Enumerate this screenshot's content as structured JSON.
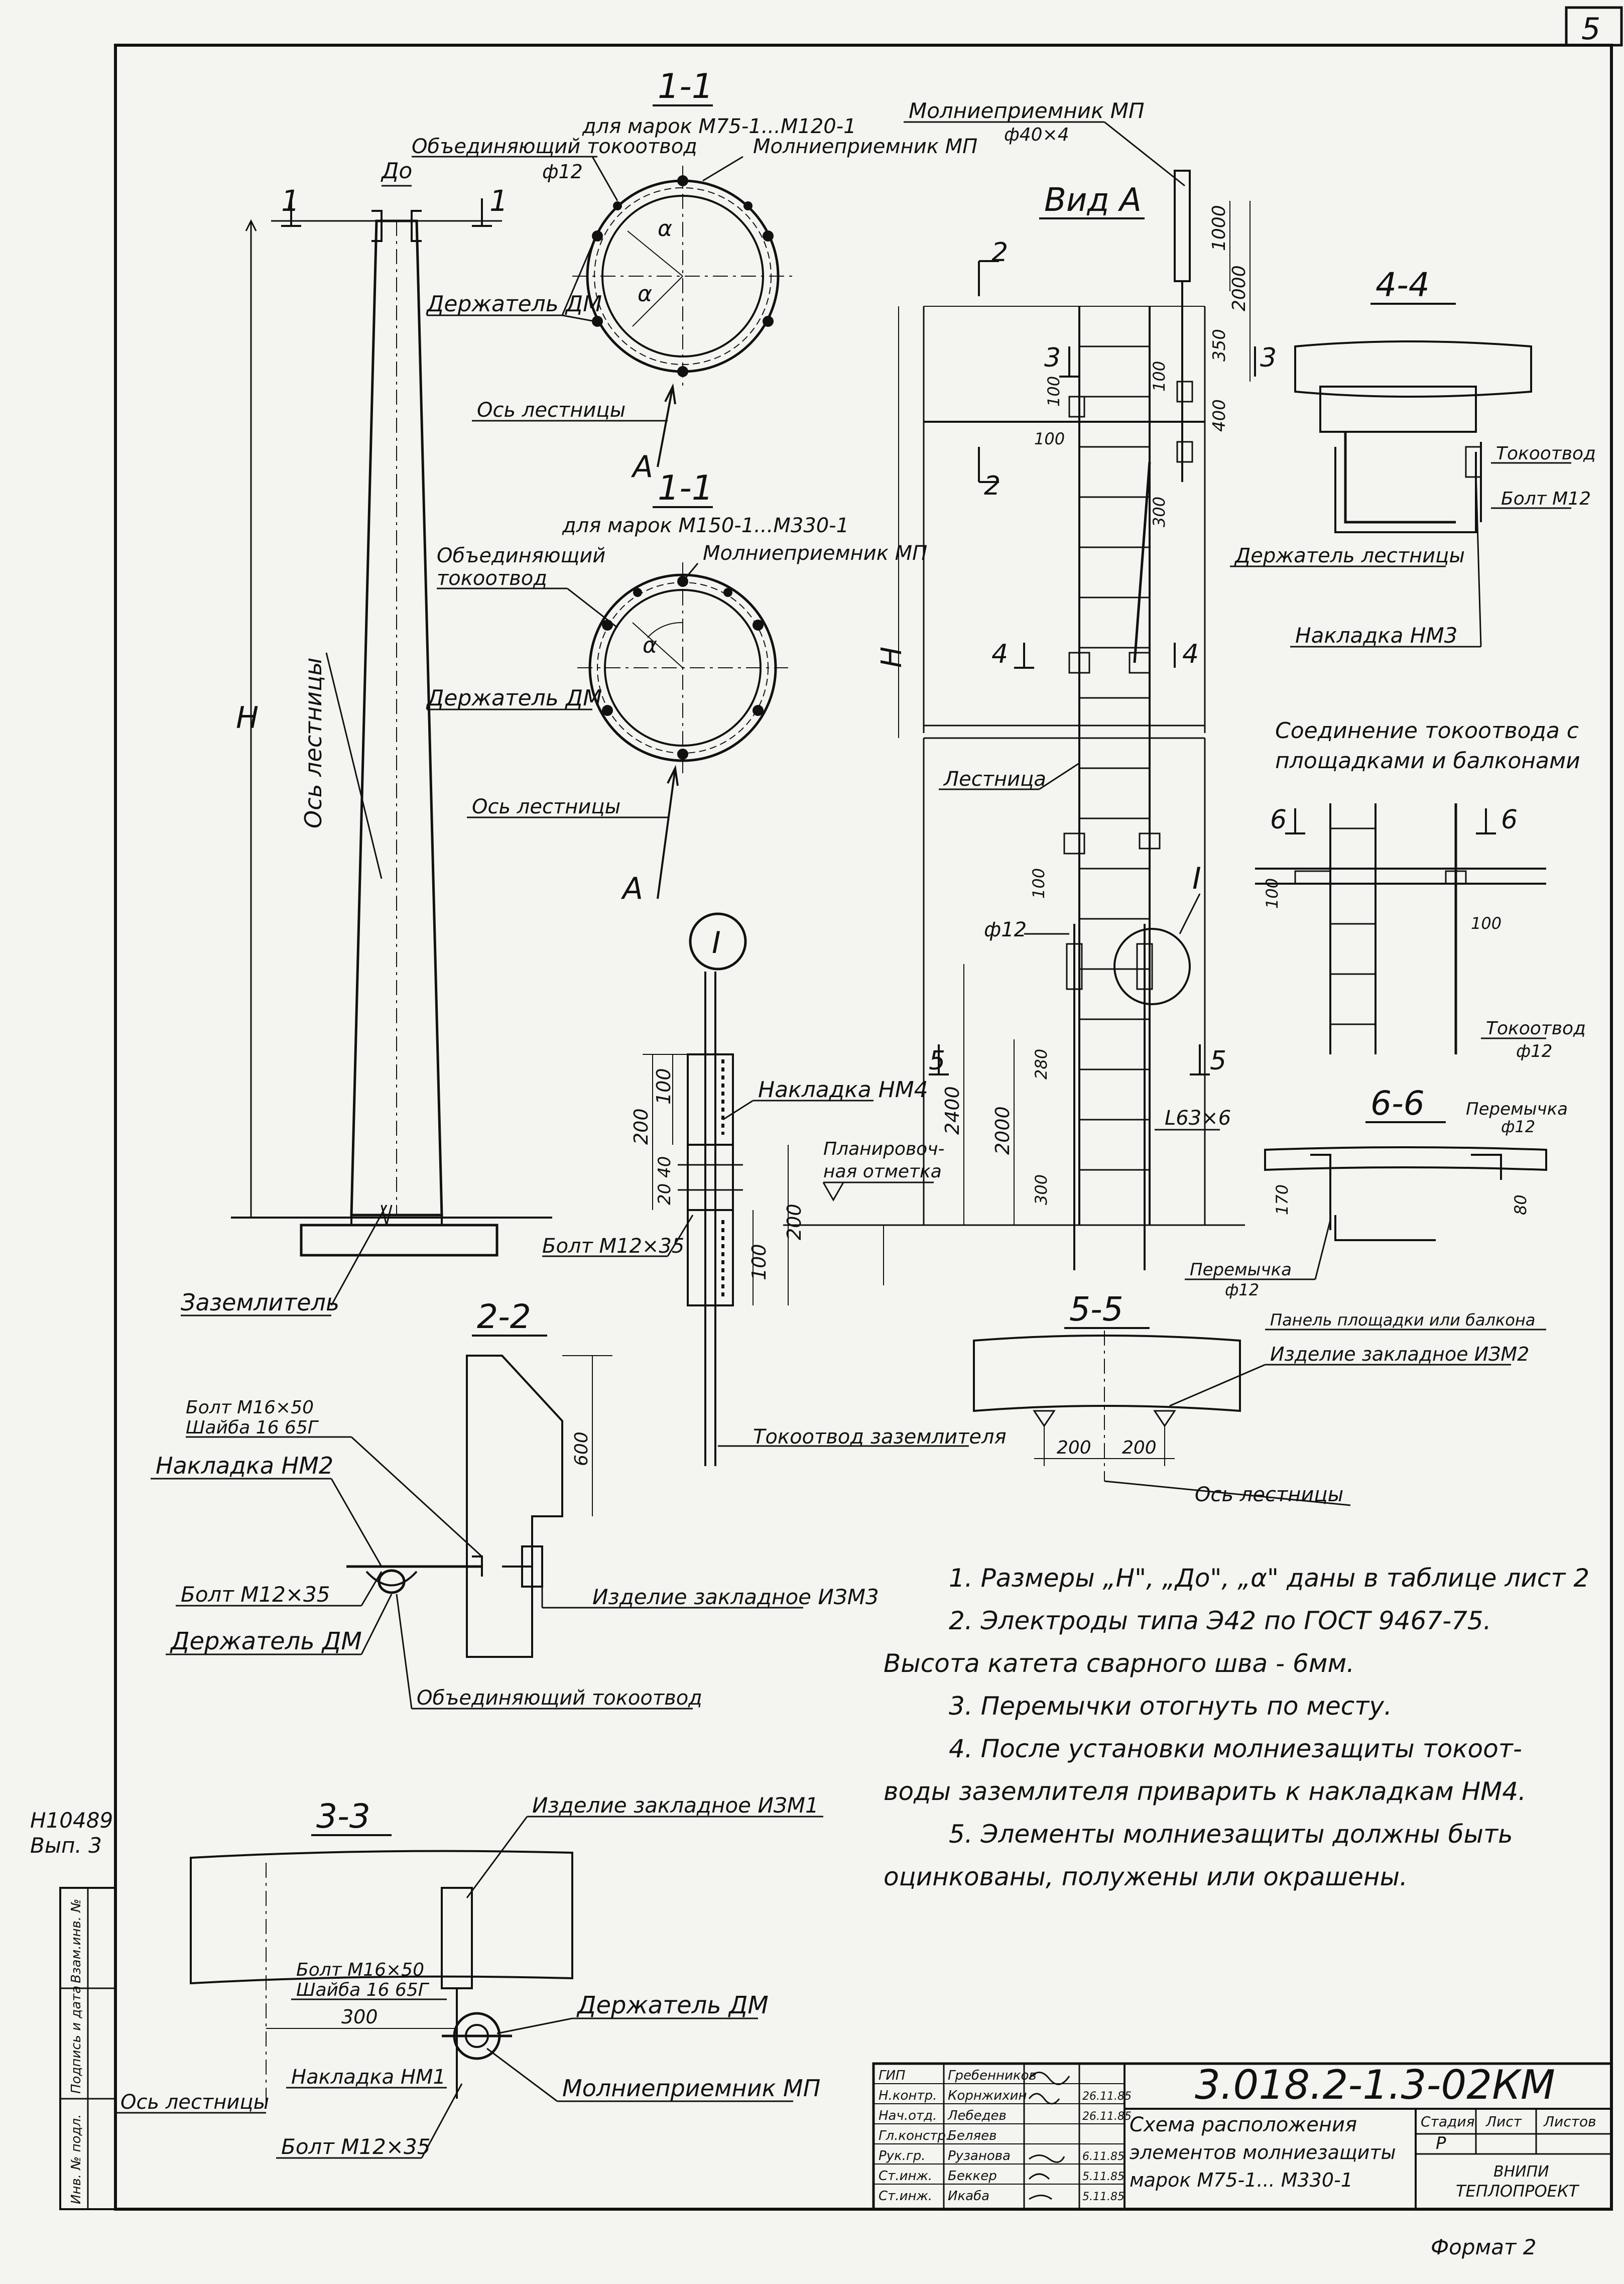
{
  "sheet_corner": "5",
  "sections": {
    "s11a_title": "1-1",
    "s11a_sub": "для марок М75-1...М120-1",
    "s11b_title": "1-1",
    "s11b_sub": "для марок М150-1...М330-1",
    "vid_a": "Вид А",
    "s44": "4-4",
    "s66": "6-6",
    "s55": "5-5",
    "s22": "2-2",
    "s33": "3-3",
    "node_I": "I",
    "conn_title_1": "Соединение токоотвода с",
    "conn_title_2": "площадками и балконами"
  },
  "labels": {
    "obed_tokootvod": "Объединяющий токоотвод",
    "d12": "ф12",
    "molniepriemnik_mp": "Молниеприемник МП",
    "molniepriemnik_mp_top": "Молниеприемник МП",
    "d40x4": "ф40×4",
    "derzhatel_dm": "Держатель ДМ",
    "os_lestnicy": "Ось лестницы",
    "obed_2line_a": "Объединяющий",
    "obed_2line_b": "токоотвод",
    "zazemlitel": "Заземлитель",
    "nakladka_nm4": "Накладка НМ4",
    "bolt_m12x35": "Болт М12×35",
    "planir_1": "Планировоч-",
    "planir_2": "ная отметка",
    "tokootvod_zazemlitelya": "Токоотвод заземлителя",
    "lestnica": "Лестница",
    "l63x6": "L63×6",
    "tokootvod": "Токоотвод",
    "bolt_m12": "Болт М12",
    "derzhatel_lestnicy": "Держатель лестницы",
    "nakladka_nm3": "Накладка НМ3",
    "tokootvod_12": "Токоотвод",
    "peremychka": "Перемычка",
    "panel": "Панель площадки или балкона",
    "izdelie_izm2": "Изделие закладное ИЗМ2",
    "bolt_m16x50": "Болт М16×50",
    "shaiba": "Шайба 16 65Г",
    "nakladka_nm2": "Накладка НМ2",
    "izdelie_izm3": "Изделие закладное ИЗМ3",
    "derzhatel_dm2": "Держатель ДМ",
    "obed_tokootvod2": "Объединяющий токоотвод",
    "izdelie_izm1": "Изделие закладное ИЗМ1",
    "nakladka_nm1": "Накладка НМ1",
    "H": "H",
    "Do": "Дo",
    "alpha": "α",
    "A": "А",
    "n1": "1",
    "n2": "2",
    "n3": "3",
    "n4": "4",
    "n5": "5",
    "n6": "6"
  },
  "dimensions": {
    "d1000": "1000",
    "d2000": "2000",
    "d350": "350",
    "d400": "400",
    "d100": "100",
    "d300": "300",
    "d200": "200",
    "d2400": "2400",
    "d280": "280",
    "d2040": "20 40",
    "d600": "600",
    "d170": "170",
    "d80": "80"
  },
  "notes": [
    "1. Размеры „Н\", „Дo\", „α\" даны в таблице лист 2",
    "2. Электроды типа Э42 по ГОСТ 9467-75.",
    "Высота катета сварного шва - 6мм.",
    "3. Перемычки отогнуть по месту.",
    "4. После установки молниезащиты токоот-",
    "воды заземлителя приварить к накладкам НМ4.",
    "5. Элементы молниезащиты должны быть",
    "оцинкованы, полужены или окрашены."
  ],
  "side": {
    "inv": "Н10489",
    "vyp": "Вып. 3",
    "col1": "Взам.инв. №",
    "col2": "Подпись и дата",
    "col3": "Инв. № подл."
  },
  "title_block": {
    "code": "3.018.2-1.3-02КМ",
    "description_1": "Схема расположения",
    "description_2": "элементов молниезащиты",
    "description_3": "марок М75-1... М330-1",
    "stage_label": "Стадия",
    "sheet_label": "Лист",
    "sheets_label": "Листов",
    "stage": "Р",
    "org_1": "ВНИПИ",
    "org_2": "ТЕПЛОПРОЕКТ",
    "format": "Формат 2",
    "roles": [
      "ГИП",
      "Н.контр.",
      "Нач.отд.",
      "Гл.констр.",
      "Рук.гр.",
      "Ст.инж.",
      "Ст.инж."
    ],
    "names": [
      "Гребенников",
      "Корнжихин",
      "Лебедев",
      "Беляев",
      "Рузанова",
      "Беккер",
      "Икаба"
    ],
    "dates": [
      "",
      "26.11.85",
      "26.11.85",
      "",
      "6.11.85",
      "5.11.85",
      "5.11.85"
    ]
  }
}
